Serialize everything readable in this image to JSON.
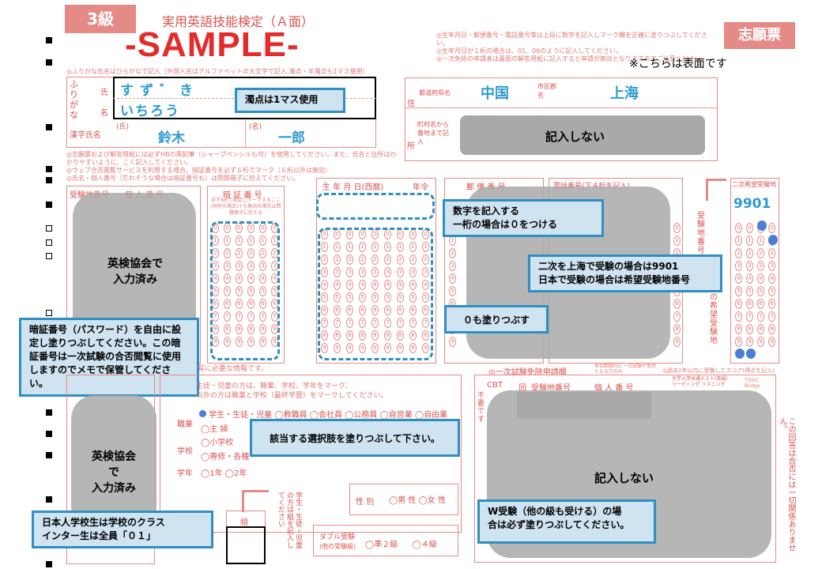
{
  "header": {
    "grade": "3級",
    "exam_title": "実用英語技能検定（Ａ面）",
    "watermark": "-SAMPLE-",
    "doc_type": "志願票",
    "front_note": "※こちらは表面です",
    "instructions": [
      "◎生年月日・郵便番号・電話番号等は上段に数字を記入しマーク欄を正確に塗りつぶしてください。",
      "◎生年月日が１桁の場合は、01、06のように記入してください。",
      "◎一次免除の申請者は裏面の解答用紙に記入すると申請が無効となりますのでご注意ください。"
    ]
  },
  "name_section": {
    "note": "◎ふりがな氏名はひらがなで記入（外国人名はアルファベットの大文字で記入,濁点・半濁点も1マス使用）",
    "furigana_label": "ふりがな",
    "sei_label": "氏",
    "mei_label": "名",
    "furigana_sei": "すず゛き",
    "furigana_mei": "いちろう",
    "kanji_label": "漢字氏名",
    "kanji_sei_tag": "(氏)",
    "kanji_mei_tag": "(名)",
    "kanji_sei": "鈴木",
    "kanji_mei": "一郎"
  },
  "address_section": {
    "side_label_1": "住",
    "side_label_2": "所",
    "pref_label": "都道府県名",
    "pref_value": "中国",
    "city_label": "市区郡名",
    "city_value": "上海",
    "street_label": "町村名から番地まで記入",
    "no_entry": "記入しない"
  },
  "notes_block": [
    "◎志願票および解答用紙には必ずHBの黒鉛筆（シャープペンシルも可）を使用してください。また、氏名と住所はわかりやすいように、こく記入してください。",
    "◎ウェブ合否閲覧サービスを利用する場合、暗証番号を必ず６桁でマーク（６桁以外は無効）",
    "◎氏名・個人番号（忘れそうな場合は暗証番号も）は問題冊子に控えてください。"
  ],
  "columns": {
    "exam_number": "受験地番号",
    "personal_number": "個 人 番 号",
    "pin": "暗 証 番 号",
    "pin_note": "必ず6桁で設定しマークするここ(何桁の場合)でも無効の場合は問題冊子に控える",
    "birth": "生 年 月 日(西暦)",
    "age": "年令",
    "postal": "郵 便 番 号",
    "phone": "電話番号(下４桁を記入)",
    "second_site": "二次希望受験地",
    "second_site_value": "9901",
    "second_site_side": "受験地番号",
    "second_site_side2": "次の希望受験地",
    "bubble_digits": [
      "0",
      "1",
      "2",
      "3",
      "4",
      "5",
      "6",
      "7",
      "8",
      "9"
    ]
  },
  "lower_section": {
    "info_title": "覧に必要な情報です。",
    "info_line1": "生徒・児童の方は、職業、学校、学年をマーク、",
    "info_line2": "以外の方は職業と学校（最終学歴）をマークしてください。",
    "occupation_label": "職業",
    "occupations": [
      "学生・生徒・児童",
      "教職員",
      "会社員",
      "公務員",
      "自営業",
      "自由業",
      "主 婦"
    ],
    "school_label": "学校",
    "schools": [
      "小学校",
      "専修・各種"
    ],
    "grade_label": "学年",
    "grade_options": [
      "1年",
      "2年"
    ],
    "class_label": "組",
    "class_note": "学生・生徒・児童の方は組を記入してください",
    "gender_label": "性 別",
    "gender_options": [
      "男 性",
      "女 性"
    ],
    "double_label": "ダブル受験",
    "double_sub": "(他の受験級)",
    "double_options": [
      "準２級",
      "４級"
    ],
    "exemption_title": "◎一次試験免除申請欄",
    "exemption_note": "有効期間内に一次試験が免除となる方のみ",
    "score_note": "◎過去2年以内に受験したスコア(得点を記入)",
    "exemption_cols": [
      "CBT",
      "回",
      "受験地番号",
      "個 人 番 号"
    ],
    "exemption_side": "不要です",
    "score_header1": "大学入学共通テスト(英語)",
    "score_header2": "リーディング",
    "score_header3": "リスニング",
    "toeic_label": "TOEIC Bridge",
    "right_side_note": "この回答は合否には一切関係ありません。",
    "no_entry": "記入しない"
  },
  "callouts": {
    "dakuten": "濁点は1マス使用",
    "digits_line1": "数字を記入する",
    "digits_line2": "一桁の場合は０をつける",
    "second_line1": "二次を上海で受験の場合は9901",
    "second_line2": "日本で受験の場合は希望受験地番号",
    "zero_fill": "０も塗りつぶす",
    "pin_text": "暗証番号（パスワード）を自由に設定し塗りつぶしてください。この暗証番号は一次試験の合否閲覧に使用しますのでメモで保管してください。",
    "choice_text": "該当する選択肢を塗りつぶして下さい。",
    "class_line1": "日本人学校生は学校のクラス",
    "class_line2": "インター生は全員「０１」",
    "double_line1": "W受験（他の級も受ける）の場",
    "double_line2": "合は必ず塗りつぶしてください。"
  },
  "filled_boxes": {
    "entered_1_line1": "英検協会で",
    "entered_1_line2": "入力済み",
    "entered_2_line1": "英検協会",
    "entered_2_line2": "で",
    "entered_2_line3": "入力済み"
  },
  "colors": {
    "form_red": "#d9534f",
    "callout_border": "#2e8fc2",
    "callout_fill": "#cfe3f0",
    "filled_value": "#2e9ad0",
    "mark_dot": "#4a7fd6"
  }
}
